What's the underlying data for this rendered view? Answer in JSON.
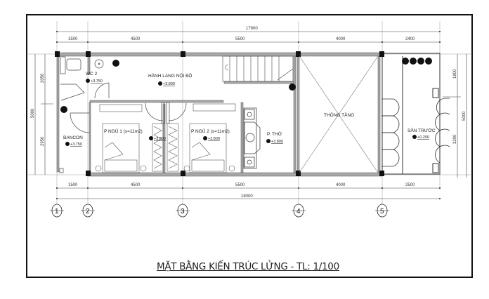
{
  "drawing": {
    "title": "MẶT BẰNG KIẾN TRÚC LỬNG - TL: 1/100",
    "colors": {
      "wall": "#9a9a9a",
      "column": "#111111",
      "line": "#555555",
      "frame": "#111111",
      "background": "#ffffff"
    }
  },
  "dimensions": {
    "top_total": "17900",
    "top_segments": [
      "1500",
      "4500",
      "5500",
      "4000",
      "2400"
    ],
    "bottom_segments": [
      "1500",
      "4500",
      "5500",
      "4000",
      "2500"
    ],
    "bottom_total": "18000",
    "left_total": "5000",
    "left_segments": [
      "2050",
      "2950"
    ],
    "right_total": "5000",
    "right_segments": [
      "1800",
      "3200"
    ]
  },
  "axes": [
    "1",
    "2",
    "3",
    "4",
    "5"
  ],
  "rooms": [
    {
      "name": "WC 2",
      "level": "+3.750"
    },
    {
      "name": "HÀNH LANG NỘI BỘ",
      "level": "+3.800"
    },
    {
      "name": "BANCON",
      "level": "+3.750"
    },
    {
      "name": "P NGỦ 1 (s=11m2)",
      "level": "+3.800"
    },
    {
      "name": "P NGỦ 2 (s=11m2)",
      "level": "+3.800"
    },
    {
      "name": "P. THỜ",
      "level": "+3.800"
    },
    {
      "name": "THÔNG TẦNG",
      "level": ""
    },
    {
      "name": "SÂN TRƯỚC",
      "level": "+0.200"
    }
  ]
}
